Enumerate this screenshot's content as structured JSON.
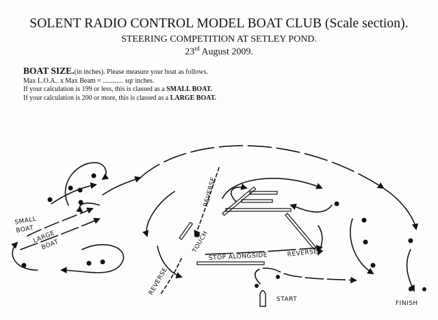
{
  "header": {
    "title": "SOLENT RADIO CONTROL MODEL BOAT CLUB (Scale section).",
    "subtitle": "STEERING COMPETITION AT SETLEY POND.",
    "date_day": "23",
    "date_suffix": "rd",
    "date_rest": " August 2009."
  },
  "boat_size": {
    "heading": "BOAT SIZE.",
    "heading_note": "(in inches). Please measure your boat as follows.",
    "formula": "Max L.O.A.. x  Max Beam = ............ sqr inches.",
    "small_prefix": "If your calculation is 199 or less, this is classed as a ",
    "small_class": "SMALL BOAT.",
    "large_prefix": "If your calculation is 200 or more, this is classed as a ",
    "large_class": "LARGE BOAT."
  },
  "course_labels": {
    "small_line1": "SMALL",
    "small_line2": "BOAT",
    "large_line1": "LARGE",
    "large_line2": "BOAT",
    "reverse_top": "REVERSE",
    "touch": "TOUCH",
    "stop_alongside": "STOP ALONGSIDE",
    "reverse_right": "REVERSE",
    "reverse_bottom": "REVERSE",
    "start": "START",
    "finish": "FINISH"
  }
}
